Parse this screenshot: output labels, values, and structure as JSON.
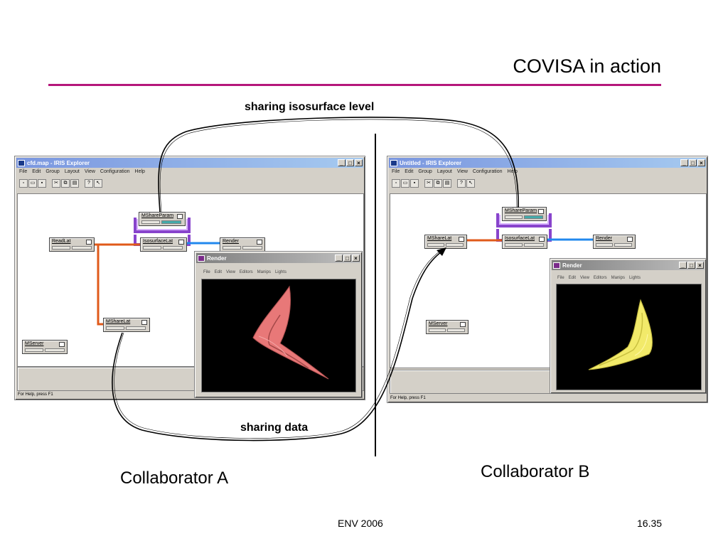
{
  "slide": {
    "title": "COVISA in action",
    "caption_top": "sharing isosurface level",
    "caption_bottom": "sharing data",
    "collaborator_a": "Collaborator A",
    "collaborator_b": "Collaborator B",
    "footer_center": "ENV 2006",
    "footer_right": "16.35",
    "accent_color": "#b5177a"
  },
  "window_a": {
    "title": "cfd.map - IRIS Explorer",
    "menu": [
      "File",
      "Edit",
      "Group",
      "Layout",
      "View",
      "Configuration",
      "Help"
    ],
    "status": "For Help, press F1",
    "modules": {
      "mshare_param": "MShareParam",
      "readlat": "ReadLat",
      "isosurfacelat": "IsosurfaceLat",
      "render": "Render",
      "sharelat": "MShareLat",
      "mserver": "MServer"
    },
    "render_window": {
      "title": "Render",
      "menu": [
        "File",
        "Edit",
        "View",
        "Editors",
        "Manips",
        "Lights"
      ],
      "surface_color": "#e87878"
    }
  },
  "window_b": {
    "title": "Untitled - IRIS Explorer",
    "menu": [
      "File",
      "Edit",
      "Group",
      "Layout",
      "View",
      "Configuration",
      "Help"
    ],
    "status": "For Help, press F1",
    "modules": {
      "mshare_param": "MShareParam",
      "sharelat": "MShareLat",
      "isosurfacelat": "IsosurfaceLat",
      "render": "Render",
      "mserver": "MServer"
    },
    "render_window": {
      "title": "Render",
      "menu": [
        "File",
        "Edit",
        "View",
        "Editors",
        "Manips",
        "Lights"
      ],
      "surface_color": "#f2ea6a"
    }
  },
  "window_controls": {
    "minimize": "_",
    "maximize": "□",
    "close": "×"
  }
}
